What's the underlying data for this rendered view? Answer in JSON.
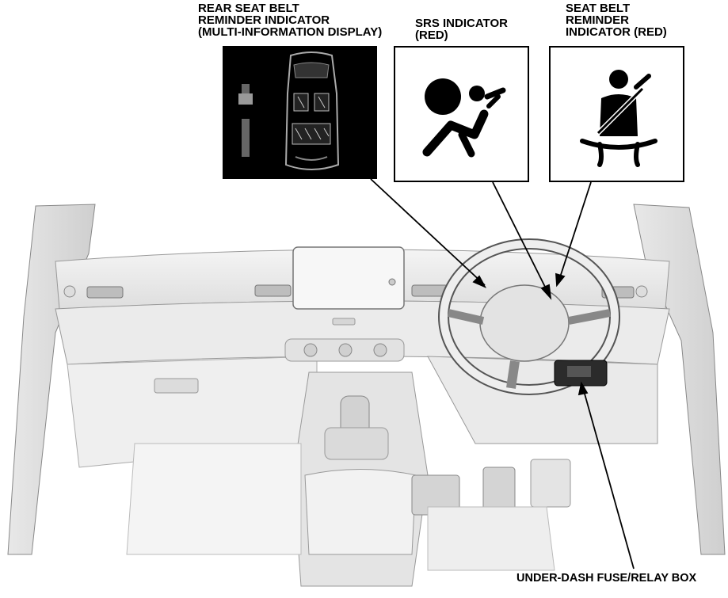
{
  "labels": {
    "rear_seat_belt": [
      "REAR SEAT BELT",
      "REMINDER INDICATOR",
      "(MULTI-INFORMATION DISPLAY)"
    ],
    "srs": [
      "SRS INDICATOR",
      "(RED)"
    ],
    "seat_belt": [
      "SEAT BELT",
      "REMINDER",
      "INDICATOR (RED)"
    ],
    "fuse_box": "UNDER-DASH FUSE/RELAY BOX"
  },
  "icons": {
    "rear_panel": "rear-seat-belt-display-icon",
    "srs_panel": "airbag-icon",
    "belt_panel": "seat-belt-icon"
  },
  "colors": {
    "line_art": "#000000",
    "display_background": "#000000",
    "vehicle_shading": "#e6e6e6"
  }
}
